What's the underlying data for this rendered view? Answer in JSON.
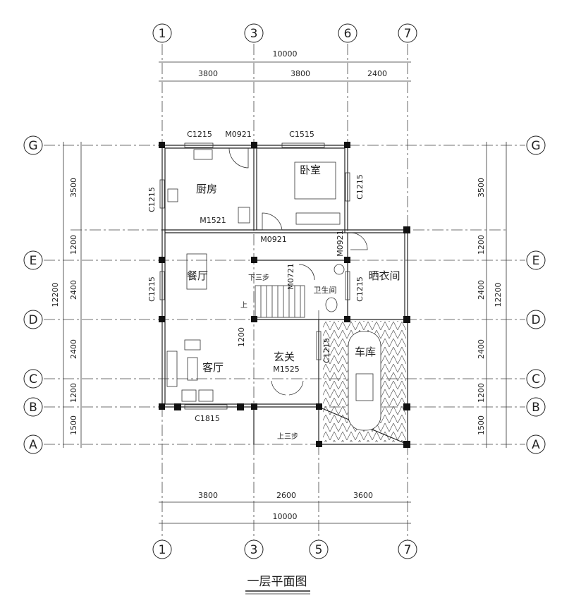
{
  "title": "一层平面图",
  "axes": {
    "top": [
      "1",
      "3",
      "6",
      "7"
    ],
    "bottom": [
      "1",
      "3",
      "5",
      "7"
    ],
    "rows": [
      "G",
      "E",
      "D",
      "C",
      "B",
      "A"
    ]
  },
  "dimensions": {
    "top_total": "10000",
    "top_segments": [
      "3800",
      "3800",
      "2400"
    ],
    "bottom_segments": [
      "3800",
      "2600",
      "3600"
    ],
    "bottom_total": "10000",
    "side_total": "12200",
    "side_segments": [
      "3500",
      "1200",
      "2400",
      "2400",
      "1200",
      "1500"
    ],
    "inner_1200": "1200"
  },
  "rooms": {
    "kitchen": "厨房",
    "bedroom": "卧室",
    "dining": "餐厅",
    "bathroom": "卫生间",
    "drying_room": "晒衣间",
    "foyer": "玄关",
    "living": "客厅",
    "garage": "车库"
  },
  "openings": {
    "c1215_top": "C1215",
    "m0921_top": "M0921",
    "c1515": "C1515",
    "c1215_kitchen": "C1215",
    "c1215_bedroom": "C1215",
    "m1521": "M1521",
    "m0921_bed": "M0921",
    "m0921_dry": "M0921",
    "m0721": "M0721",
    "c1215_dining": "C1215",
    "c1215_bath": "C1215",
    "m1525": "M1525",
    "c1215_foyer": "C1215",
    "c1815": "C1815"
  },
  "notes": {
    "down_three": "下三步",
    "up": "上",
    "up_three": "上三步"
  }
}
